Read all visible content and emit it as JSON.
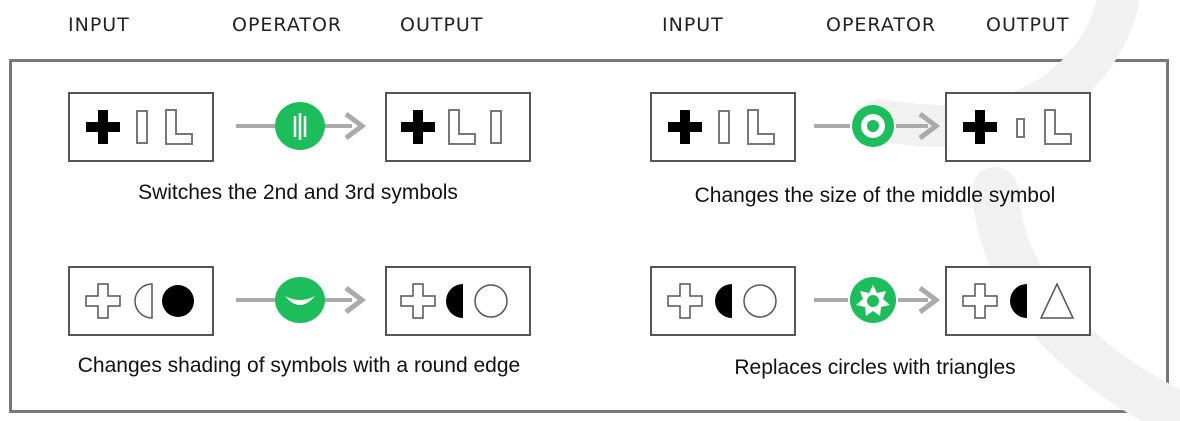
{
  "headers": {
    "left": [
      "INPUT",
      "OPERATOR",
      "OUTPUT"
    ],
    "right": [
      "INPUT",
      "OPERATOR",
      "OUTPUT"
    ]
  },
  "operator_color": "#1dbd5c",
  "rules": [
    {
      "caption": "Switches the 2nd and 3rd symbols",
      "input": [
        "plus-solid",
        "bar-outline",
        "l-shape-outline"
      ],
      "operator_icon": "vertical-lines-operator-icon",
      "output": [
        "plus-solid",
        "l-shape-outline",
        "bar-outline"
      ]
    },
    {
      "caption": "Changes the size of the middle symbol",
      "input": [
        "plus-solid",
        "bar-outline",
        "l-shape-outline"
      ],
      "operator_icon": "ring-dot-operator-icon",
      "output": [
        "plus-solid",
        "small-bar-outline",
        "l-shape-outline"
      ]
    },
    {
      "caption": "Changes shading of symbols with a round edge",
      "input": [
        "plus-outline",
        "half-circle-outline",
        "circle-solid"
      ],
      "operator_icon": "smile-operator-icon",
      "output": [
        "plus-outline",
        "half-circle-solid",
        "circle-outline"
      ]
    },
    {
      "caption": "Replaces circles with triangles",
      "input": [
        "plus-outline",
        "half-circle-solid",
        "circle-outline"
      ],
      "operator_icon": "star-operator-icon",
      "output": [
        "plus-outline",
        "half-circle-solid",
        "triangle-outline"
      ]
    }
  ]
}
